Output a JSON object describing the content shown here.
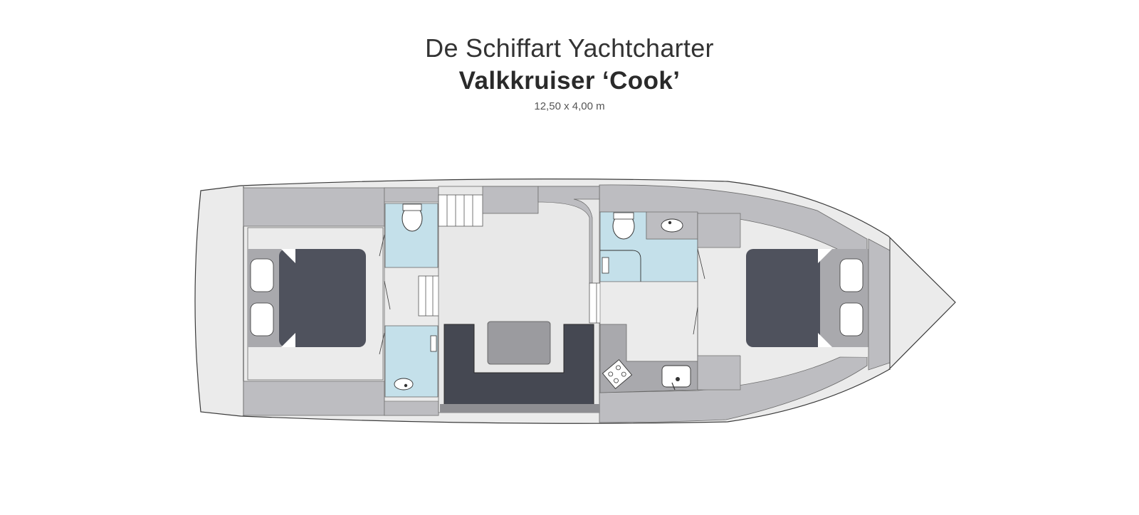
{
  "header": {
    "company": "De Schiffart Yachtcharter",
    "boat_name": "Valkkruiser ‘Cook’",
    "dimensions": "12,50 x 4,00 m"
  },
  "colors": {
    "hull_fill": "#ebebeb",
    "side_deck": "#bdbdc1",
    "wall_gray": "#a9a9ad",
    "bathroom": "#c4e0ea",
    "bed": "#4f525d",
    "pillow": "#ffffff",
    "sofa": "#454852",
    "table": "#9b9b9f",
    "outline": "#3a3a3a",
    "floor": "#e8e8e8"
  }
}
